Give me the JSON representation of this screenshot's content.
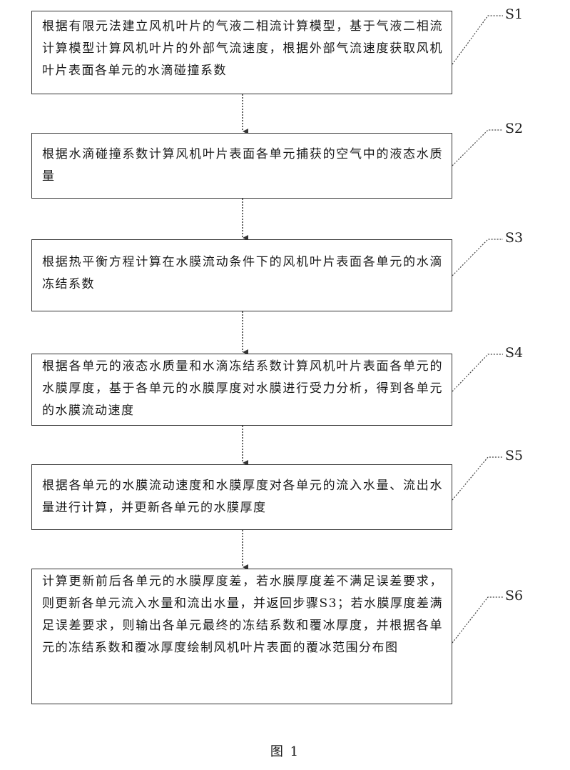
{
  "steps": [
    {
      "id": "S1",
      "text": "根据有限元法建立风机叶片的气液二相流计算模型，基于气液二相流计算模型计算风机叶片的外部气流速度，根据外部气流速度获取风机叶片表面各单元的水滴碰撞系数"
    },
    {
      "id": "S2",
      "text": "根据水滴碰撞系数计算风机叶片表面各单元捕获的空气中的液态水质量"
    },
    {
      "id": "S3",
      "text": "根据热平衡方程计算在水膜流动条件下的风机叶片表面各单元的水滴冻结系数"
    },
    {
      "id": "S4",
      "text": "根据各单元的液态水质量和水滴冻结系数计算风机叶片表面各单元的水膜厚度，基于各单元的水膜厚度对水膜进行受力分析，得到各单元的水膜流动速度"
    },
    {
      "id": "S5",
      "text": "根据各单元的水膜流动速度和水膜厚度对各单元的流入水量、流出水量进行计算，并更新各单元的水膜厚度"
    },
    {
      "id": "S6",
      "text": "计算更新前后各单元的水膜厚度差，若水膜厚度差不满足误差要求，则更新各单元流入水量和流出水量，并返回步骤S3；若水膜厚度差满足误差要求，则输出各单元最终的冻结系数和覆冰厚度，并根据各单元的冻结系数和覆冰厚度绘制风机叶片表面的覆冰范围分布图"
    }
  ],
  "caption": "图 1"
}
